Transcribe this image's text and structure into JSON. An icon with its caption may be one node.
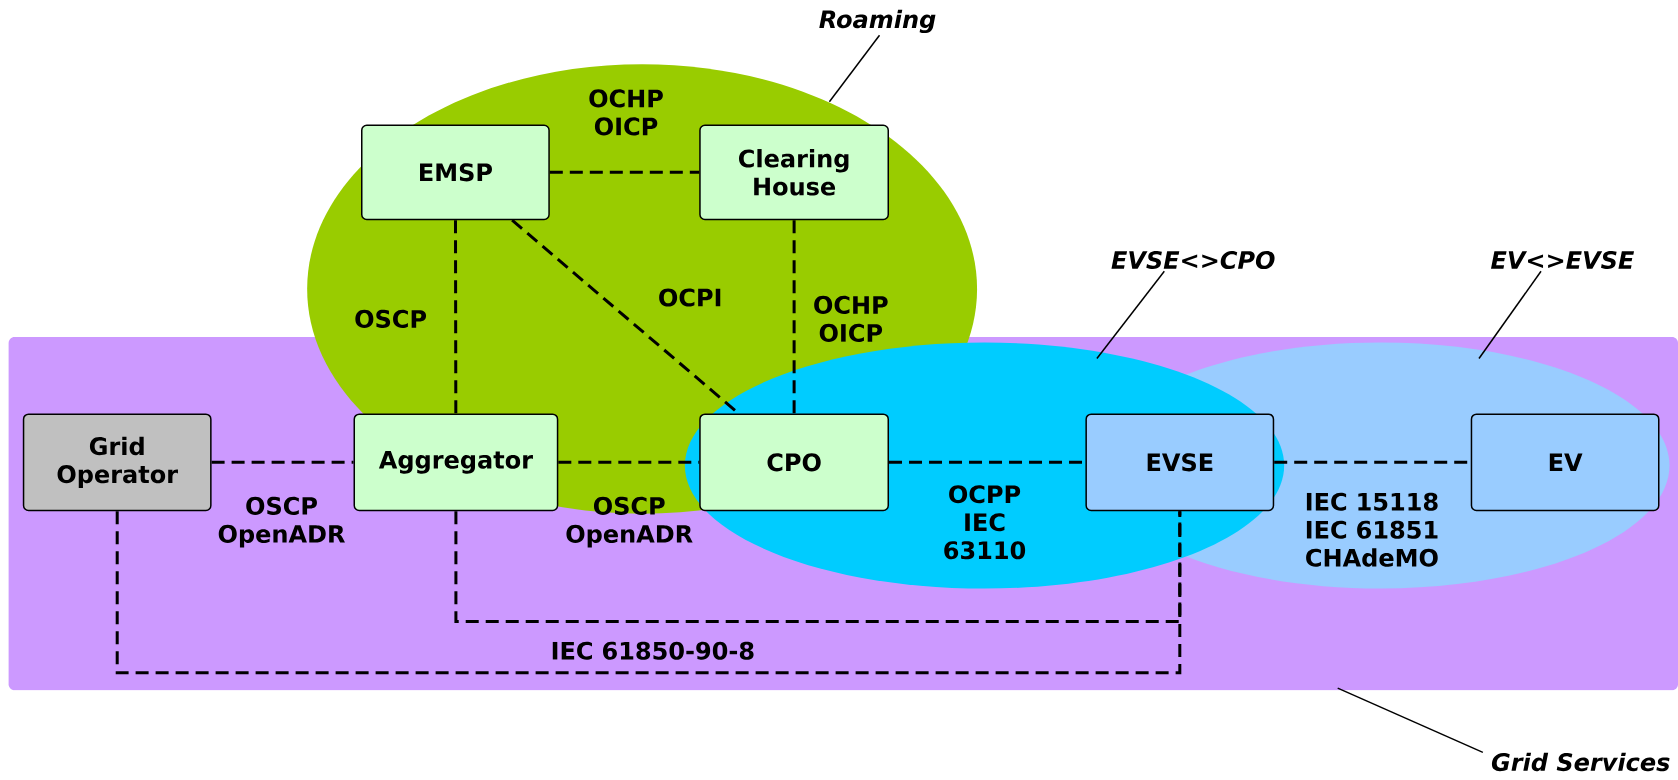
{
  "diagram": {
    "nodes": [
      {
        "text": [
          "Roaming"
        ]
      },
      {
        "text": [
          "EMSP"
        ]
      },
      {
        "text": [
          "Clearing House"
        ]
      },
      {
        "text": [
          "EVSE<>CPO"
        ]
      },
      {
        "text": [
          "EV<>EVSE"
        ]
      },
      {
        "text": [
          "Grid Operator"
        ]
      },
      {
        "text": [
          "Aggregator"
        ]
      },
      {
        "text": [
          "CPO"
        ]
      },
      {
        "text": [
          "EVSE"
        ]
      },
      {
        "text": [
          "EV"
        ]
      },
      {
        "text": [
          "Grid Services"
        ]
      }
    ],
    "edges": [
      {
        "from": 1,
        "to": 2,
        "arrow": "none",
        "style": "dashed",
        "label": "OCHP OICP"
      },
      {
        "from": 1,
        "to": 6,
        "arrow": "none",
        "style": "dashed",
        "label": "OSCP"
      },
      {
        "from": 1,
        "to": 7,
        "arrow": "none",
        "style": "dashed",
        "label": "OCPI"
      },
      {
        "from": 2,
        "to": 7,
        "arrow": "none",
        "style": "dashed",
        "label": "OCHP OICP"
      },
      {
        "from": 5,
        "to": 6,
        "arrow": "none",
        "style": "dashed",
        "label": "OSCP OpenADR"
      },
      {
        "from": 6,
        "to": 7,
        "arrow": "none",
        "style": "dashed",
        "label": "OSCP OpenADR"
      },
      {
        "from": 7,
        "to": 8,
        "arrow": "none",
        "style": "dashed",
        "label": "OCPP IEC 63110"
      },
      {
        "from": 8,
        "to": 9,
        "arrow": "none",
        "style": "dashed",
        "label": "IEC 15118 IEC 61851 CHAdeMO"
      },
      {
        "from": 6,
        "to": 8,
        "arrow": "none",
        "style": "dashed"
      },
      {
        "from": 5,
        "to": 8,
        "arrow": "none",
        "style": "dashed",
        "label": "IEC 61850-90-8"
      },
      {
        "from": 0,
        "to": null,
        "arrow": "none"
      },
      {
        "from": 3,
        "to": null,
        "arrow": "none"
      },
      {
        "from": 4,
        "to": null,
        "arrow": "none"
      },
      {
        "from": 10,
        "to": null,
        "arrow": "none"
      }
    ]
  }
}
